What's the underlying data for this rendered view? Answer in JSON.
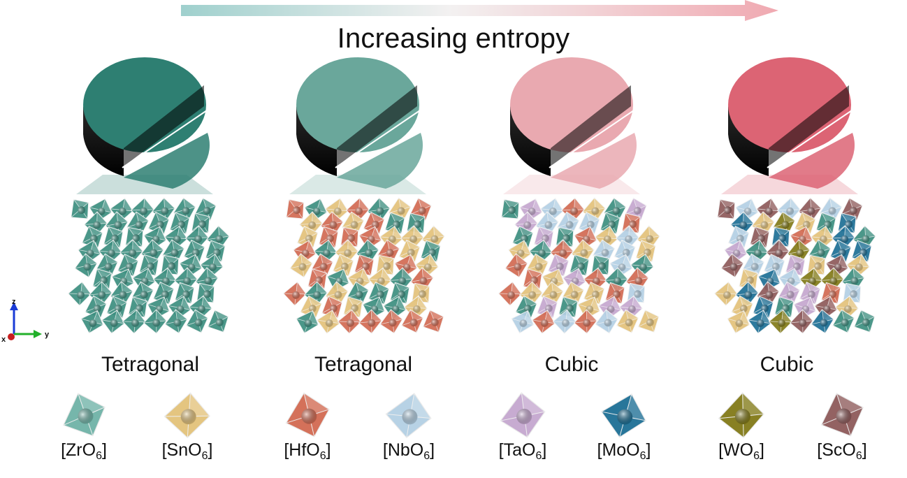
{
  "header": {
    "title": "Increasing entropy"
  },
  "axes_triad": {
    "z": "z",
    "y": "y",
    "x": "x"
  },
  "columns": [
    {
      "structure": "Tetragonal",
      "disk_color": "#2e7f72"
    },
    {
      "structure": "Tetragonal",
      "disk_color": "#6aa79b"
    },
    {
      "structure": "Cubic",
      "disk_color": "#e9a9b0"
    },
    {
      "structure": "Cubic",
      "disk_color": "#dc6474"
    }
  ],
  "polyhedra": [
    {
      "formula": "[ZrO",
      "sub": "6",
      "close": "]",
      "color": "#6fb3a7"
    },
    {
      "formula": "[SnO",
      "sub": "6",
      "close": "]",
      "color": "#e3c27a"
    },
    {
      "formula": "[HfO",
      "sub": "6",
      "close": "]",
      "color": "#d26a52"
    },
    {
      "formula": "[NbO",
      "sub": "6",
      "close": "]",
      "color": "#b4d0e4"
    },
    {
      "formula": "[TaO",
      "sub": "6",
      "close": "]",
      "color": "#c5a7cf"
    },
    {
      "formula": "[MoO",
      "sub": "6",
      "close": "]",
      "color": "#1d6f95"
    },
    {
      "formula": "[WO",
      "sub": "6",
      "close": "]",
      "color": "#827a18"
    },
    {
      "formula": "[ScO",
      "sub": "6",
      "close": "]",
      "color": "#8e5a5a"
    }
  ],
  "column_palettes": [
    [
      "#3c8f80"
    ],
    [
      "#3c8f80",
      "#e3c27a",
      "#d26a52"
    ],
    [
      "#3c8f80",
      "#e3c27a",
      "#d26a52",
      "#b4d0e4",
      "#c5a7cf"
    ],
    [
      "#3c8f80",
      "#e3c27a",
      "#d26a52",
      "#b4d0e4",
      "#c5a7cf",
      "#1d6f95",
      "#827a18",
      "#8e5a5a"
    ]
  ]
}
